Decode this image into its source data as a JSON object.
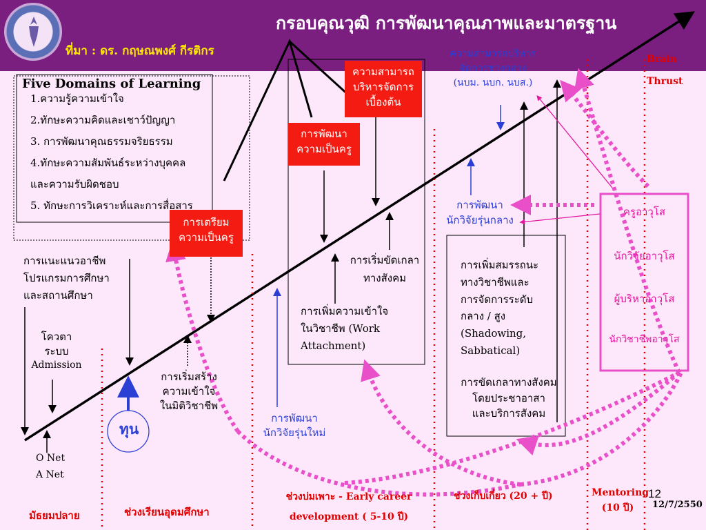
{
  "header": {
    "title": "กรอบคุณวุฒิ  การพัฒนาคุณภาพและมาตรฐาน",
    "source": "ที่มา : ดร. กฤษณพงศ์ กีรติกร"
  },
  "five_domains": {
    "heading": "Five Domains of Learning",
    "items": [
      "1.ความรู้ความเข้าใจ",
      "2.ทักษะความคิดและเชาว์ปัญญา",
      "3. การพัฒนาคุณธรรมจริยธรรม",
      "4.ทักษะความสัมพันธ์ระหว่างบุคคล",
      "และความรับผิดชอบ",
      "5. ทักษะการวิเคราะห์และการสื่อสาร"
    ]
  },
  "red_boxes": {
    "prepare_teacher": [
      "การเตรียม",
      "ความเป็นครู"
    ],
    "develop_teacher": [
      "การพัฒนา",
      "ความเป็นครู"
    ],
    "basic_admin": [
      "ความสามารถ",
      "บริหารจัดการ",
      "เบื้องต้น"
    ]
  },
  "labels": {
    "career_guidance": [
      "การแนะแนวอาชีพ",
      "โปรแกรมการศึกษา",
      "และสถานศึกษา"
    ],
    "quota": [
      "โควตา",
      "ระบบ",
      "Admission"
    ],
    "onet": "O Net",
    "anet": "A Net",
    "scholarship": "ทุน",
    "build_understanding": [
      "การเริ่มสร้าง",
      "ความเข้าใจ",
      "ในมิติวิชาชีพ"
    ],
    "new_researcher": [
      "การพัฒนา",
      "นักวิจัยรุ่นใหม่"
    ],
    "social_start": [
      "การเริ่มขัดเกลา",
      "ทางสังคม"
    ],
    "work_attachment": [
      "การเพิ่มความเข้าใจ",
      "ในวิชาชีพ (Work",
      "Attachment)"
    ],
    "mid_researcher": [
      "การพัฒนา",
      "นักวิจัยรุ่นกลาง"
    ],
    "mid_admin": [
      "ความสามารถบริหาร",
      "จัดการช่วงกลาง",
      "(นบม. นบก. นบส.)"
    ],
    "capacity": [
      "การเพิ่มสมรรถนะ",
      "ทางวิชาชีพและ",
      "การจัดการระดับ",
      "กลาง / สูง",
      "(Shadowing,",
      " Sabbatical)"
    ],
    "social_refine": [
      "การขัดเกลาทางสังคม",
      "โดยประชาอาสา",
      "และบริการสังคม"
    ],
    "brain": "Brain",
    "thrust": "Thrust",
    "senior": [
      "ครูอาวุโส",
      "นักวิจัยอาวุโส",
      "ผู้บริหาอาวุโส",
      "นักวิชาชีพอาวุโส"
    ]
  },
  "phases": {
    "secondary": "มัธยมปลาย",
    "higher_ed": "ช่วงเรียนอุดมศึกษา",
    "early_career": [
      "ช่วงบ่มเพาะ - Early career",
      "development ( 5-10 ปี)"
    ],
    "harvest": "ช่วงเก็บเกี่ยว (20 + ปี)",
    "mentoring": [
      "Mentoring",
      "(10 ปี)"
    ]
  },
  "footer": {
    "slide_number": "12",
    "date": "12/7/2550"
  },
  "colors": {
    "header_bg": "#7a1f80",
    "page_bg": "#fde8fb",
    "red_box": "#f41b12",
    "magenta": "#e4169f",
    "blue": "#2c3fd4",
    "title_text": "#ffffff",
    "source_text": "#ffe800"
  }
}
